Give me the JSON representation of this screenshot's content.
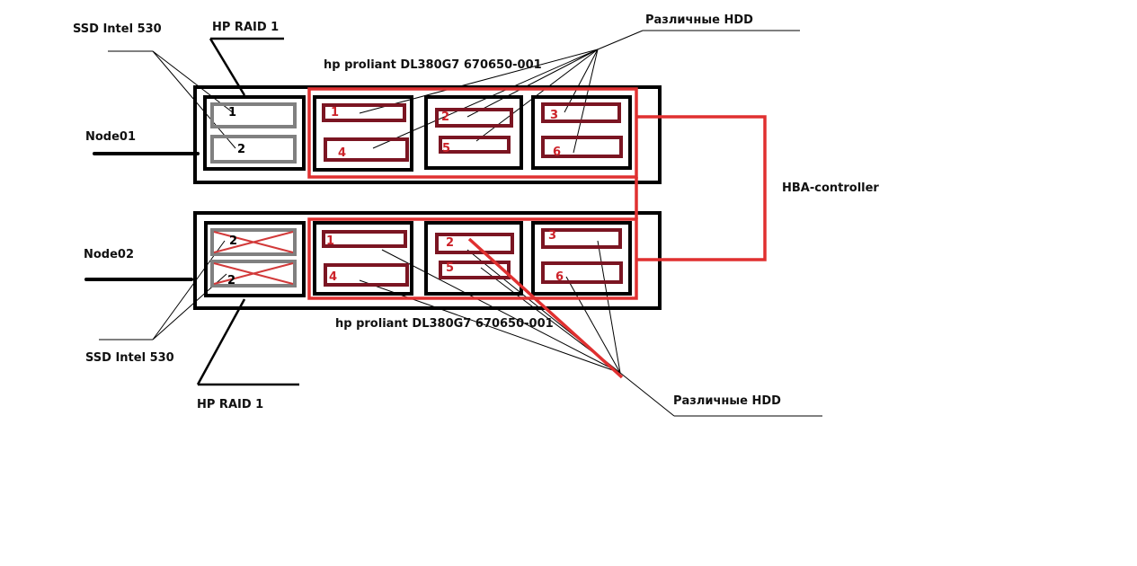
{
  "labels": {
    "ssd_top": "SSD Intel 530",
    "raid_top": "HP RAID 1",
    "hdd_top": "Различные HDD",
    "server_top": "hp proliant DL380G7 670650-001",
    "node01": "Node01",
    "hba": "HBA-controller",
    "node02": "Node02",
    "server_bottom": "hp proliant DL380G7 670650-001",
    "ssd_bottom": "SSD Intel 530",
    "raid_bottom": "HP RAID 1",
    "hdd_bottom": "Различные HDD"
  },
  "bays": {
    "top_ssd": [
      "1",
      "2"
    ],
    "top_hdd": [
      "1",
      "4",
      "2",
      "5",
      "3",
      "6"
    ],
    "bottom_ssd": [
      "2",
      "2"
    ],
    "bottom_hdd": [
      "1",
      "4",
      "2",
      "5",
      "3",
      "6"
    ]
  },
  "colors": {
    "frame": "#000000",
    "ssd_drive": "#808080",
    "hdd_drive": "#7b1522",
    "hba_link": "#e03030",
    "text": "#111111",
    "hdd_number": "#cc2229"
  }
}
